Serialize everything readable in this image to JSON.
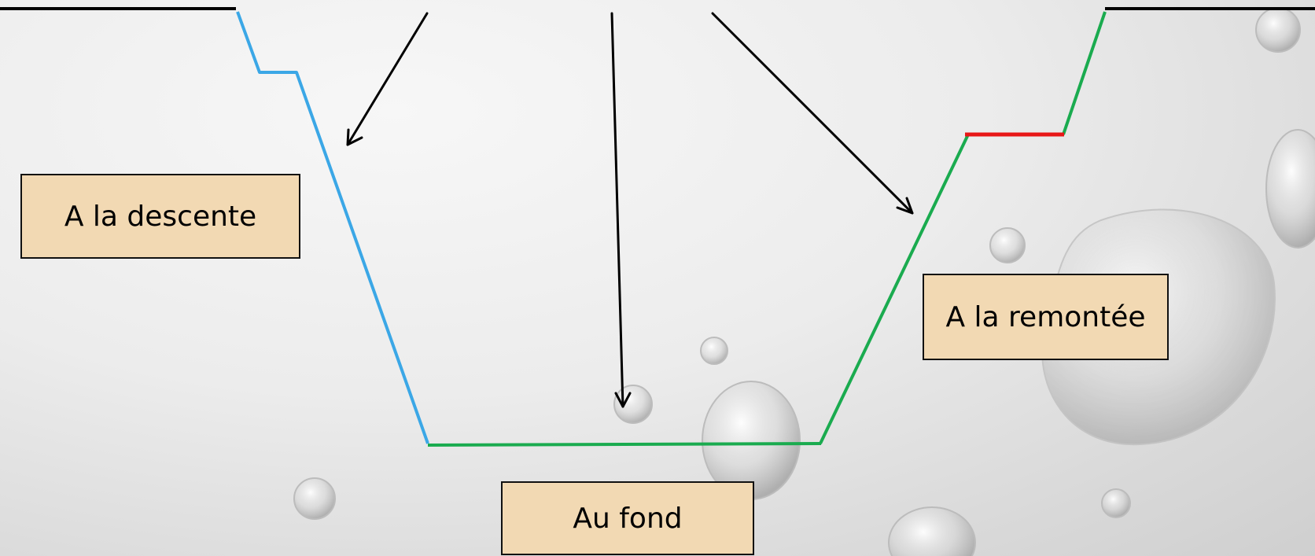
{
  "labels": {
    "descent": "A la descente",
    "bottom": "Au fond",
    "ascent": "A la remontée"
  },
  "colors": {
    "surface": "#000000",
    "descent": "#3ba7e6",
    "bottom_and_ascent": "#1aab4f",
    "safety_stop": "#e81717",
    "box_fill": "#f2d9b3",
    "box_border": "#111111"
  }
}
